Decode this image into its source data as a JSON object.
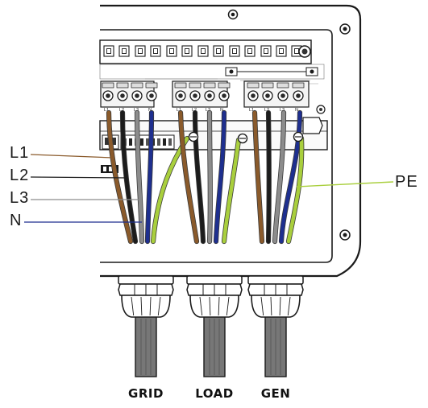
{
  "diagram": {
    "wire_callouts": [
      "L1",
      "L2",
      "L3",
      "N"
    ],
    "pe_callout": "PE",
    "ports": [
      {
        "label": "GRID"
      },
      {
        "label": "LOAD"
      },
      {
        "label": "GEN"
      }
    ],
    "terminal_labels": [
      "L1",
      "L2",
      "L3",
      "N"
    ],
    "wire_colors": {
      "L1": "#8a5a2b",
      "L2": "#1c1c1c",
      "L3": "#8c8c8c",
      "N": "#1e2f8f",
      "PE": "#a9cf3d"
    }
  }
}
